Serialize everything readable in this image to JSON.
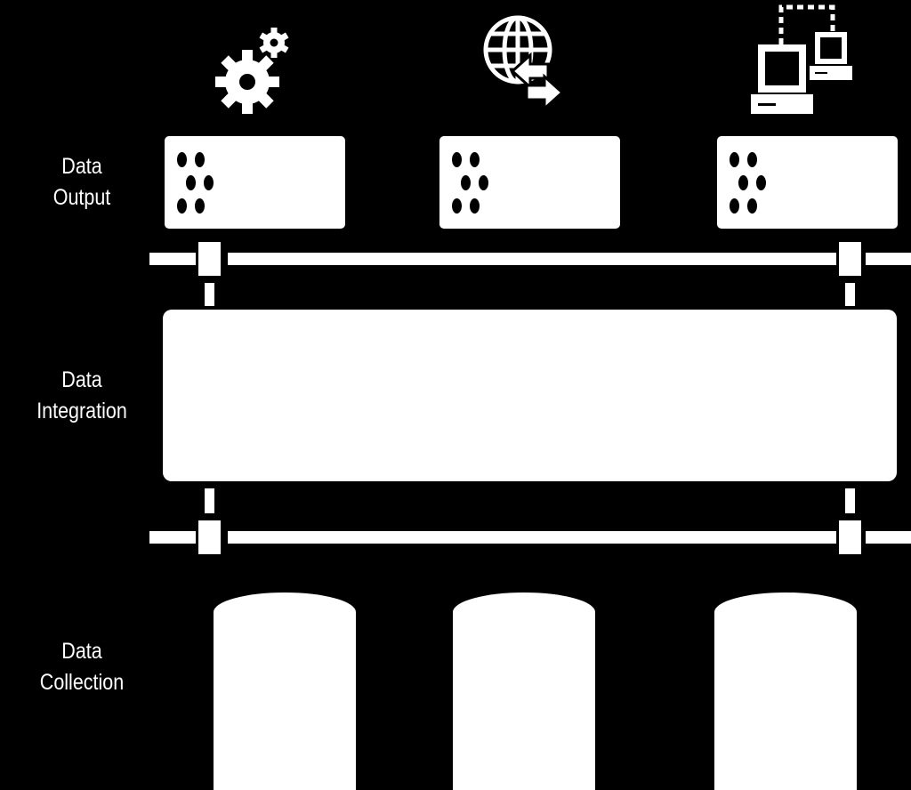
{
  "layers": {
    "output": {
      "line1": "Data",
      "line2": "Output"
    },
    "integration": {
      "line1": "Data",
      "line2": "Integration"
    },
    "collection": {
      "line1": "Data",
      "line2": "Collection"
    }
  },
  "icons": [
    "gears-icon",
    "globe-exchange-icon",
    "networked-computers-icon"
  ],
  "colors": {
    "background": "#000000",
    "foreground": "#ffffff"
  }
}
